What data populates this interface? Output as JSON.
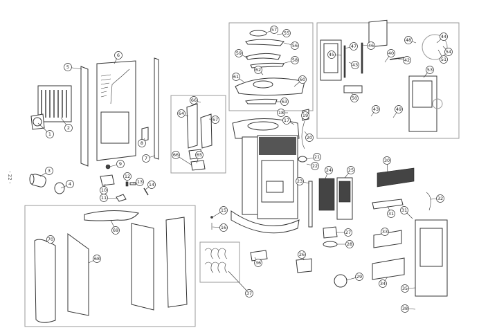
{
  "page_number": "- 22 -",
  "callouts": [
    "1",
    "2",
    "3",
    "4",
    "5",
    "6",
    "7",
    "8",
    "9",
    "10",
    "11",
    "12",
    "13",
    "14",
    "15",
    "16",
    "17",
    "18",
    "19",
    "20",
    "21",
    "22",
    "23",
    "24",
    "25",
    "26",
    "27",
    "28",
    "29",
    "30",
    "31",
    "31",
    "32",
    "33",
    "34",
    "35",
    "36",
    "37",
    "38",
    "40",
    "42",
    "43",
    "43",
    "44",
    "45",
    "46",
    "47",
    "48",
    "49",
    "50",
    "51",
    "53",
    "54",
    "55",
    "56",
    "57",
    "58",
    "59",
    "60",
    "61",
    "62",
    "63",
    "64",
    "65",
    "66",
    "66",
    "67",
    "68",
    "69",
    "70"
  ]
}
